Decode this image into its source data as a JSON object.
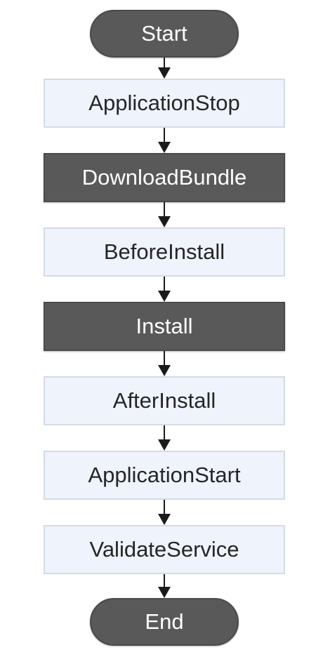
{
  "start": {
    "label": "Start"
  },
  "end": {
    "label": "End"
  },
  "steps": [
    {
      "label": "ApplicationStop",
      "style": "light"
    },
    {
      "label": "DownloadBundle",
      "style": "dark"
    },
    {
      "label": "BeforeInstall",
      "style": "light"
    },
    {
      "label": "Install",
      "style": "dark"
    },
    {
      "label": "AfterInstall",
      "style": "light"
    },
    {
      "label": "ApplicationStart",
      "style": "light"
    },
    {
      "label": "ValidateService",
      "style": "light"
    }
  ],
  "colors": {
    "dark_fill": "#595959",
    "light_fill": "#eef3fc",
    "arrow": "#1a1a1a"
  }
}
